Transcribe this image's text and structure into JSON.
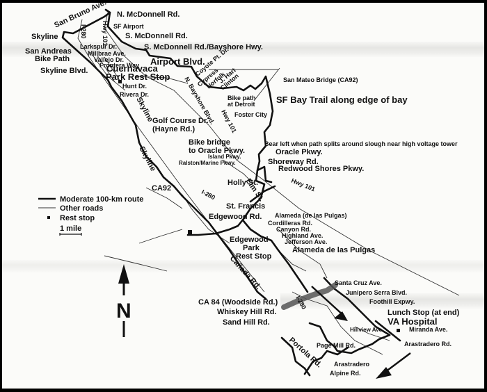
{
  "map": {
    "compass": {
      "label": "N"
    },
    "legend": {
      "route_label": "Moderate 100-km route",
      "roads_label": "Other roads",
      "rest_label": "Rest stop",
      "scale_label": "1 mile"
    },
    "labels": {
      "san_bruno": "San Bruno Ave.",
      "n_mcdonnell": "N. McDonnell Rd.",
      "hwy101_top": "Hwy 101",
      "i280_top": "I-280",
      "sf_airport": "SF Airport",
      "s_mcdonnell": "S. McDonnell Rd.",
      "s_mcdonnell_bayshore": "S. McDonnell Rd./Bayshore Hwy.",
      "skyline_top": "Skyline",
      "san_andreas_1": "San Andreas",
      "san_andreas_2": "Bike Path",
      "larkspur": "Larkspur Dr.",
      "millbrae": "Millbrae Ave.",
      "vallejo": "Vallejo Dr.",
      "frontera": "Frontera Way",
      "skyline_blvd": "Skyline Blvd.",
      "cuernavaca_1": "Cuernavaca",
      "cuernavaca_2": "Park Rest Stop",
      "hunt": "Hunt Dr.",
      "rivera": "Rivera Dr.",
      "airport_blvd": "Airport Blvd.",
      "coyote": "Coyote Pt. Dr.",
      "n_bayshore": "N. Bayshore Blvd.",
      "cypress": "Cypress",
      "norfolk": "Norfolk",
      "j_hart": "J. Hart",
      "clinton": "Clinton",
      "san_mateo_bridge": "San Mateo Bridge (CA92)",
      "bike_path_1": "Bike path",
      "bike_path_2": "at Detroit",
      "sf_bay_trail": "SF Bay Trail along edge of bay",
      "foster_city": "Foster City",
      "hwy101_mid": "Hwy 101",
      "skyline_mid": "Skyline",
      "golf_1": "Golf Course Dr.",
      "golf_2": "(Hayne Rd.)",
      "bike_bridge_1": "Bike bridge",
      "bike_bridge_2": "to Oracle Pkwy.",
      "island": "Island Pkwy.",
      "ralston": "Ralston/Marine Pkwy.",
      "bear_left": "Bear left when path splits around slough near high voltage tower",
      "oracle": "Oracle Pkwy.",
      "shoreway": "Shoreway Rd.",
      "redwood_shores": "Redwood Shores Pkwy.",
      "skyline_low": "Skyline",
      "ca92": "CA92",
      "holly": "Holly St.",
      "elm": "Elm St.",
      "hwy101_low": "Hwy 101",
      "i280_mid": "I-280",
      "st_francis": "St. Francis",
      "edgewood_rd": "Edgewood Rd.",
      "alameda_pulgas_paren": "Alameda (de las Pulgas)",
      "cordilleras": "Cordilleras Rd.",
      "canyon": "Canyon Rd.",
      "highland": "Highland Ave.",
      "jefferson": "Jefferson Ave.",
      "edgewood_1": "Edgewood",
      "edgewood_2": "Park",
      "edgewood_3": "Rest Stop",
      "alameda_pulgas": "Alameda de las Pulgas",
      "canada": "Cañada Rd.",
      "santa_cruz": "Santa Cruz Ave.",
      "junipero": "Junipero Serra Blvd.",
      "i280_low": "I-280",
      "ca84": "CA 84 (Woodside Rd.)",
      "whiskey": "Whiskey Hill Rd.",
      "sand_hill": "Sand Hill Rd.",
      "foothill": "Foothill Expwy.",
      "lunch": "Lunch Stop (at end)",
      "va": "VA Hospital",
      "hillview": "Hillview Ave.",
      "miranda": "Miranda Ave.",
      "arastradero_rd": "Arastradero Rd.",
      "page_mill": "Page Mill Rd.",
      "portola": "Portola Rd.",
      "arastradero": "Arastradero",
      "alpine": "Alpine Rd."
    }
  }
}
